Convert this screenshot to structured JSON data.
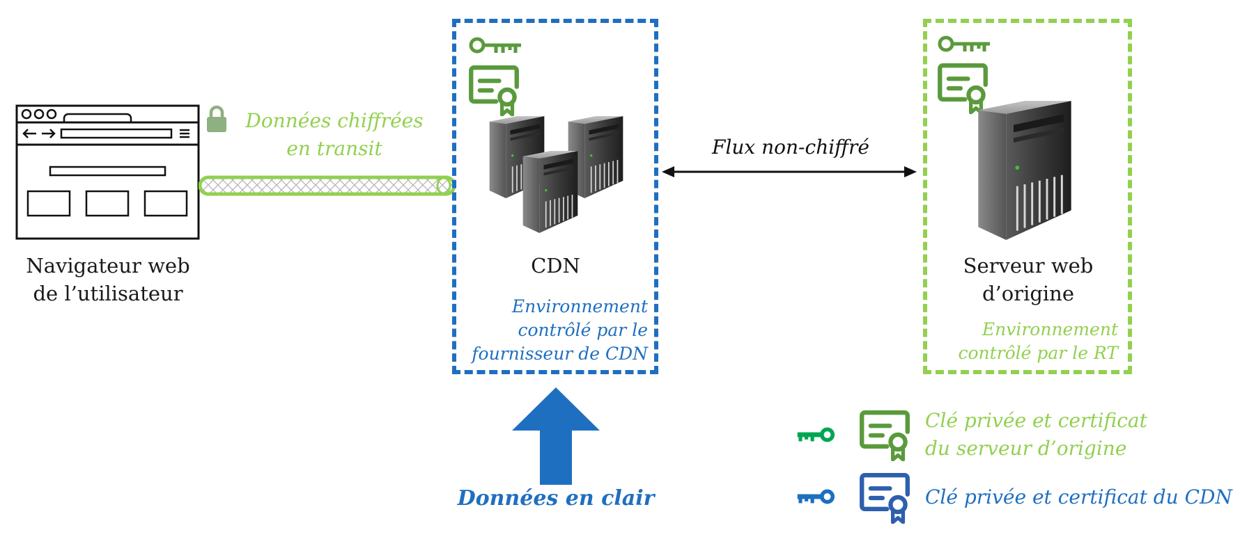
{
  "browser": {
    "label_line1": "Navigateur web",
    "label_line2": "de l’utilisateur"
  },
  "tunnel": {
    "label_line1": "Données chiffrées",
    "label_line2": "en transit"
  },
  "cdn": {
    "label": "CDN",
    "env_line1": "Environnement",
    "env_line2": "contrôlé par le",
    "env_line3": "fournisseur de CDN"
  },
  "flow": {
    "label": "Flux non-chiffré"
  },
  "origin": {
    "label_line1": "Serveur web",
    "label_line2": "d’origine",
    "env_line1": "Environnement",
    "env_line2": "contrôlé par le RT"
  },
  "plaintext": {
    "label": "Données en clair"
  },
  "legend": {
    "origin_line1": "Clé privée et certificat",
    "origin_line2": "du serveur d’origine",
    "cdn_label": "Clé privée et certificat du CDN"
  },
  "colors": {
    "green": "#92d050",
    "dark_green": "#5a9a3c",
    "legend_key_green": "#00a651",
    "blue": "#1f6fc0",
    "legend_blue": "#2e5fae"
  }
}
